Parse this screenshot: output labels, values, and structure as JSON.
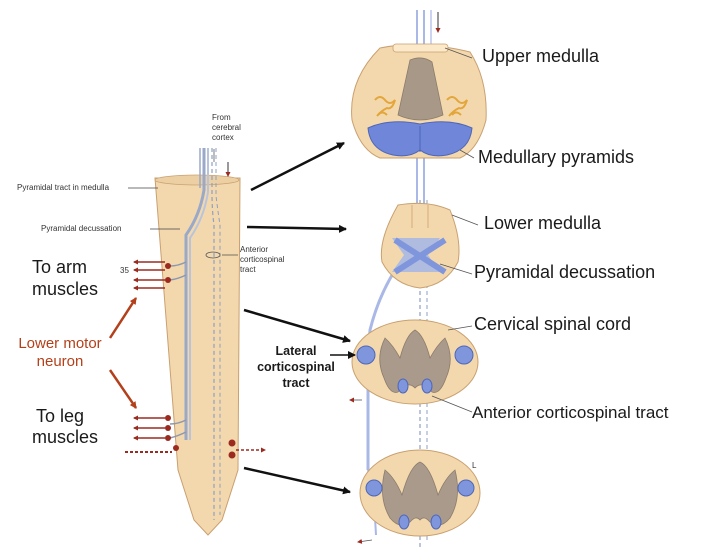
{
  "labels": {
    "upper_medulla": "Upper medulla",
    "medullary_pyramids": "Medullary pyramids",
    "lower_medulla": "Lower medulla",
    "pyramidal_decussation": "Pyramidal decussation",
    "cervical_spinal_cord": "Cervical spinal cord",
    "anterior_corticospinal_tract": "Anterior corticospinal tract",
    "lateral_corticospinal_tract_1": "Lateral",
    "lateral_corticospinal_tract_2": "corticospinal",
    "lateral_corticospinal_tract_3": "tract",
    "to_arm_1": "To arm",
    "to_arm_2": "muscles",
    "to_leg_1": "To leg",
    "to_leg_2": "muscles",
    "lower_motor_1": "Lower motor",
    "lower_motor_2": "neuron"
  },
  "small_labels": {
    "from_1": "From",
    "from_2": "cerebral",
    "from_3": "cortex",
    "pyramidal_tract_medulla": "Pyramidal tract in medulla",
    "pyramidal_decussation_small": "Pyramidal decussation",
    "anterior_1": "Anterior",
    "anterior_2": "corticospinal",
    "anterior_3": "tract",
    "num_35": "35",
    "letter_l": "L"
  },
  "colors": {
    "tissue": "#f3d8ae",
    "tissue_edge": "#c9a070",
    "pyramid_blue": "#6f86d9",
    "tract_blue": "#a9b8e6",
    "grey_matter": "#a99a8c",
    "nucleus": "#e3a63a",
    "arrow_red": "#b3401a",
    "dark_red": "#9b2a20"
  }
}
